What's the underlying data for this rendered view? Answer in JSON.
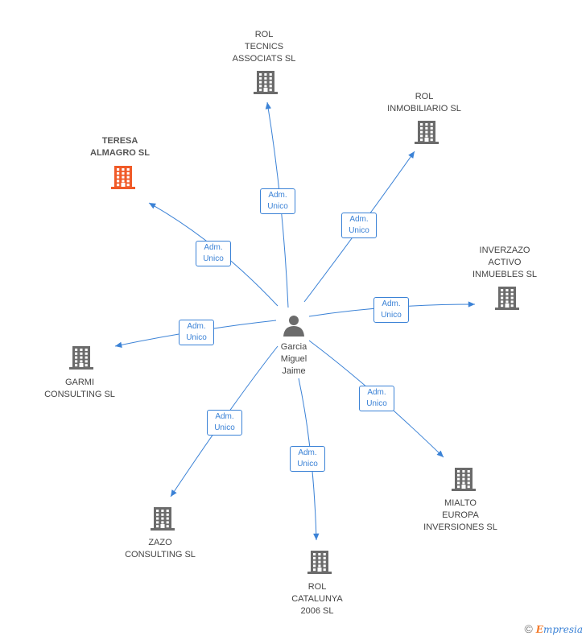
{
  "center": {
    "name": "Garcia\nMiguel\nJaime"
  },
  "colors": {
    "edge": "#3b82d6",
    "company": "#6b6b6b",
    "highlight": "#f05a28"
  },
  "companies": [
    {
      "id": "rol-tecnics",
      "name": "ROL\nTECNICS\nASSOCIATS SL",
      "role": "Adm.\nUnico",
      "highlight": false
    },
    {
      "id": "rol-inmobiliario",
      "name": "ROL\nINMOBILIARIO SL",
      "role": "Adm.\nUnico",
      "highlight": false
    },
    {
      "id": "teresa-almagro",
      "name": "TERESA\nALMAGRO  SL",
      "role": "Adm.\nUnico",
      "highlight": true
    },
    {
      "id": "inverzazo",
      "name": "INVERZAZO\nACTIVO\nINMUEBLES SL",
      "role": "Adm.\nUnico",
      "highlight": false
    },
    {
      "id": "garmi",
      "name": "GARMI\nCONSULTING SL",
      "role": "Adm.\nUnico",
      "highlight": false
    },
    {
      "id": "mialto",
      "name": "MIALTO\nEUROPA\nINVERSIONES SL",
      "role": "Adm.\nUnico",
      "highlight": false
    },
    {
      "id": "zazo",
      "name": "ZAZO\nCONSULTING SL",
      "role": "Adm.\nUnico",
      "highlight": false
    },
    {
      "id": "rol-catalunya",
      "name": "ROL\nCATALUNYA\n2006 SL",
      "role": "Adm.\nUnico",
      "highlight": false
    }
  ],
  "footer": {
    "copyright": "©",
    "brand_first": "E",
    "brand_rest": "mpresia"
  }
}
